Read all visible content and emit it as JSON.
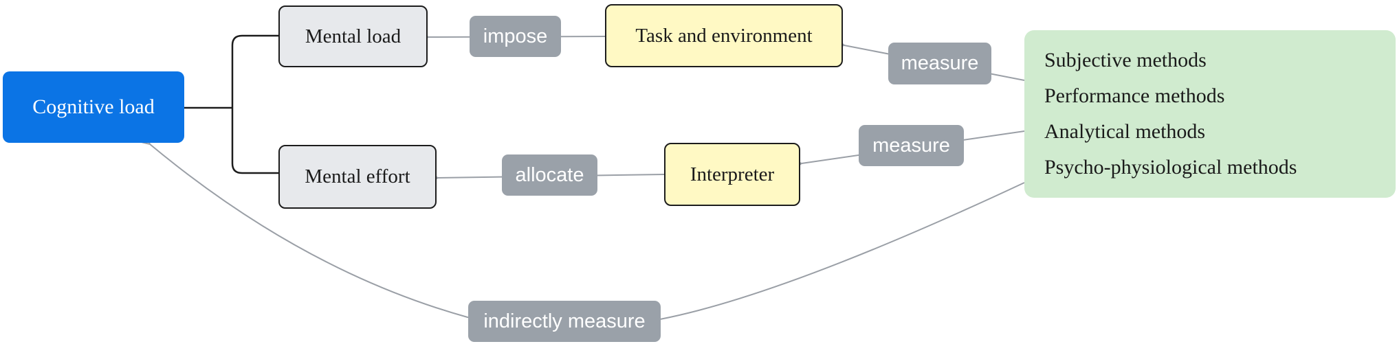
{
  "nodes": {
    "cognitive_load": "Cognitive load",
    "mental_load": "Mental load",
    "mental_effort": "Mental effort",
    "task_environment": "Task and environment",
    "interpreter": "Interpreter",
    "methods": [
      "Subjective methods",
      "Performance methods",
      "Analytical methods",
      "Psycho-physiological methods"
    ]
  },
  "edge_labels": {
    "impose": "impose",
    "allocate": "allocate",
    "measure_task": "measure",
    "measure_interpreter": "measure",
    "indirectly_measure": "indirectly measure"
  },
  "colors": {
    "cognitive_load_fill": "#0b74e5",
    "load_effort_fill": "#e7e9ec",
    "task_interpreter_fill": "#fff9c4",
    "methods_fill": "#d0ebcf",
    "edge_label_fill": "#9aa1a9",
    "arrow_color": "#9a9fa6"
  }
}
